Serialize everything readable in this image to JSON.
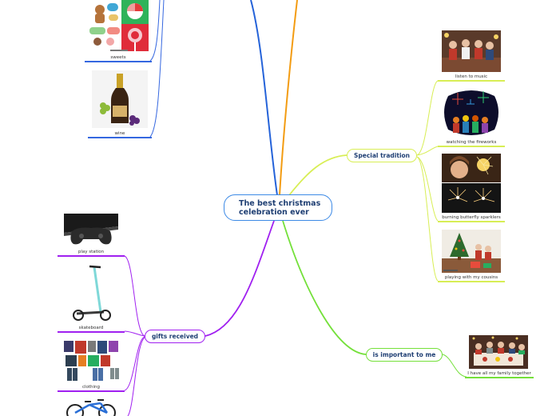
{
  "central": {
    "line1": "The best christmas",
    "line2": "celebration ever"
  },
  "branches": {
    "special": {
      "label": "Special tradition"
    },
    "gifts": {
      "label": "gifts received"
    },
    "important": {
      "label": "is important to me"
    }
  },
  "leaves": {
    "sweets": {
      "caption": "sweets"
    },
    "wine": {
      "caption": "wine"
    },
    "music": {
      "caption": "listen to music"
    },
    "fireworks": {
      "caption": "watching the fireworks"
    },
    "sparklers": {
      "caption": "burning butterfly sparklers"
    },
    "cousins": {
      "caption": "playing with my cousins"
    },
    "playstation": {
      "caption": "play station"
    },
    "skateboard": {
      "caption": "skateboard"
    },
    "clothing": {
      "caption": "clothing"
    },
    "family": {
      "caption": "I have all my family together"
    }
  },
  "colors": {
    "central_border": "#3d8ae6",
    "special": "#d8ee55",
    "gifts": "#a020f0",
    "important": "#74e03a",
    "top_blue": "#2563d9",
    "top_orange": "#f39c12",
    "leaf_blue": "#3567e0"
  }
}
